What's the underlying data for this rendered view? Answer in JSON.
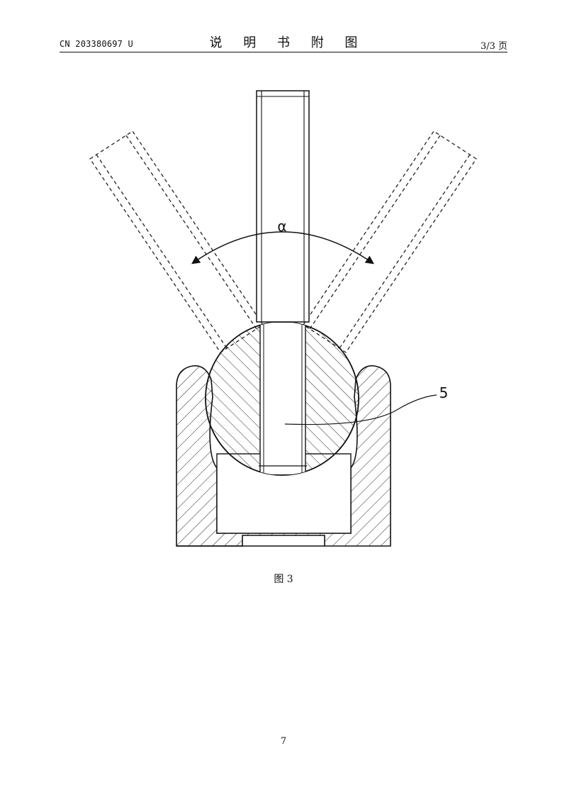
{
  "header": {
    "patent_number": "CN 203380697 U",
    "section_title": "说  明  书  附  图",
    "page_indicator": "3/3 页"
  },
  "figure": {
    "angle_label": "α",
    "part_label": "5",
    "caption": "图 3"
  },
  "footer": {
    "page_number": "7"
  }
}
